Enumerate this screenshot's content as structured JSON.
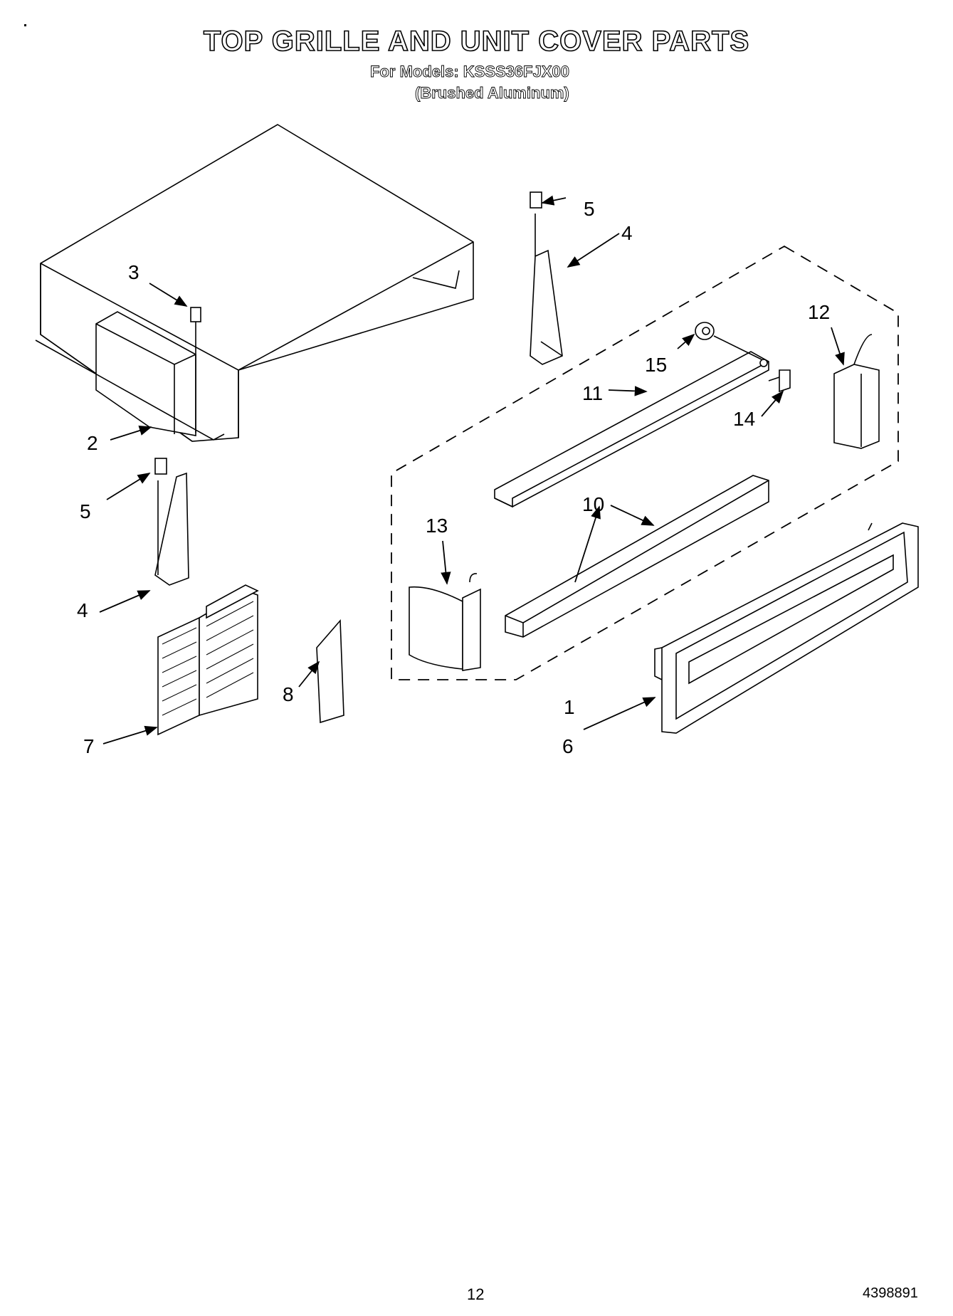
{
  "header": {
    "title": "TOP GRILLE AND UNIT COVER PARTS",
    "models_line": "For Models: KSSS36FJX00",
    "finish_line": "(Brushed Aluminum)"
  },
  "callouts": [
    "1",
    "2",
    "3",
    "4",
    "4",
    "5",
    "5",
    "6",
    "7",
    "8",
    "10",
    "11",
    "12",
    "13",
    "14",
    "15"
  ],
  "footer": {
    "page_number": "12",
    "document_number": "4398891"
  }
}
